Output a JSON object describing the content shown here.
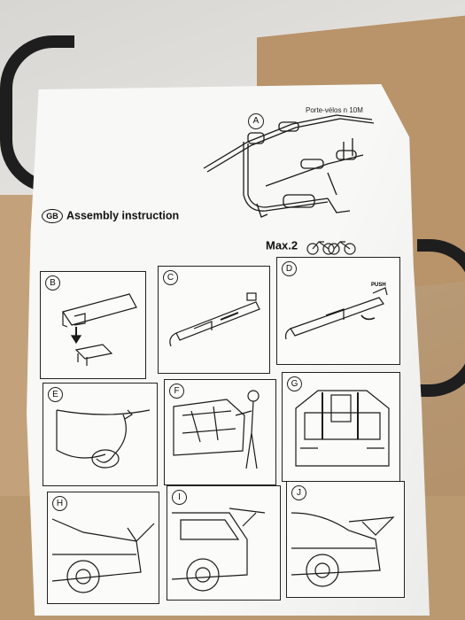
{
  "document": {
    "title": "Assembly instruction",
    "language_badge": "GB",
    "product_label": "Porte-vélos n 10M",
    "max_label": "Max.2",
    "main_figure_label": "A",
    "push_label": "PUSH"
  },
  "panels": [
    {
      "label": "B"
    },
    {
      "label": "C"
    },
    {
      "label": "D"
    },
    {
      "label": "E"
    },
    {
      "label": "F"
    },
    {
      "label": "G"
    },
    {
      "label": "H"
    },
    {
      "label": "I"
    },
    {
      "label": "J"
    }
  ],
  "colors": {
    "paper": "#f8f8f6",
    "ink": "#1a1a1a",
    "cardboard": "#b9936a"
  }
}
